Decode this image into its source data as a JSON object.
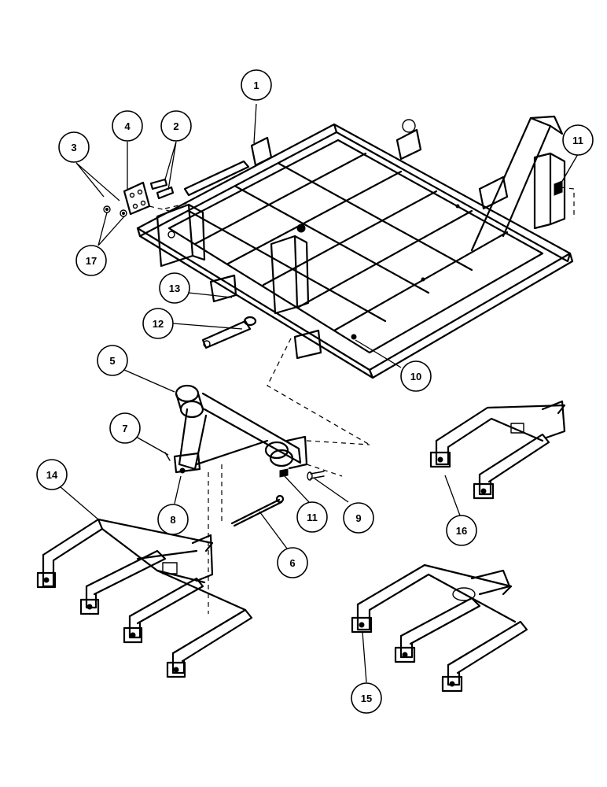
{
  "callouts": [
    {
      "id": "1",
      "label": "1"
    },
    {
      "id": "2",
      "label": "2"
    },
    {
      "id": "3",
      "label": "3"
    },
    {
      "id": "4",
      "label": "4"
    },
    {
      "id": "5",
      "label": "5"
    },
    {
      "id": "6",
      "label": "6"
    },
    {
      "id": "7",
      "label": "7"
    },
    {
      "id": "8",
      "label": "8"
    },
    {
      "id": "9",
      "label": "9"
    },
    {
      "id": "10",
      "label": "10"
    },
    {
      "id": "11a",
      "label": "11"
    },
    {
      "id": "11b",
      "label": "11"
    },
    {
      "id": "12",
      "label": "12"
    },
    {
      "id": "13",
      "label": "13"
    },
    {
      "id": "14",
      "label": "14"
    },
    {
      "id": "15",
      "label": "15"
    },
    {
      "id": "16",
      "label": "16"
    },
    {
      "id": "17",
      "label": "17"
    }
  ]
}
